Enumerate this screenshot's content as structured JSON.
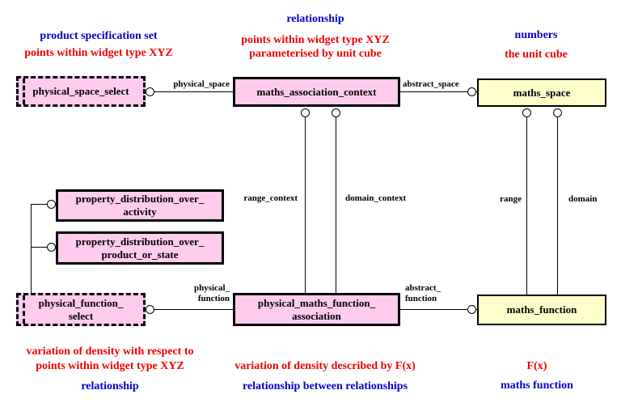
{
  "colors": {
    "box_pink": "#FFCCEE",
    "box_yellow": "#FFFFCC",
    "annotation_blue": "#0000CC",
    "annotation_red": "#EE0000",
    "line_black": "#000000"
  },
  "annotations": {
    "top_left_blue": "product specification set",
    "top_left_red": "points within widget type XYZ",
    "top_middle_blue": "relationship",
    "top_middle_red1": "points within widget type XYZ",
    "top_middle_red2": "parameterised by unit cube",
    "top_right_blue": "numbers",
    "top_right_red": "the unit cube",
    "bottom_left_red1": "variation of density with respect to",
    "bottom_left_red2": "points within widget type XYZ",
    "bottom_left_blue": "relationship",
    "bottom_middle_red": "variation of density described by F(x)",
    "bottom_middle_blue": "relationship between relationships",
    "bottom_right_red": "F(x)",
    "bottom_right_blue": "maths function"
  },
  "entities": {
    "physical_space_select": {
      "line1": "physical_space_select"
    },
    "maths_association_context": {
      "line1": "maths_association_context"
    },
    "maths_space": {
      "line1": "maths_space"
    },
    "property_distribution_over_activity": {
      "line1": "property_distribution_over_",
      "line2": "activity"
    },
    "property_distribution_over_product_or_state": {
      "line1": "property_distribution_over_",
      "line2": "product_or_state"
    },
    "physical_function_select": {
      "line1": "physical_function_",
      "line2": "select"
    },
    "physical_maths_function_association": {
      "line1": "physical_maths_function_",
      "line2": "association"
    },
    "maths_function": {
      "line1": "maths_function"
    }
  },
  "edge_labels": {
    "physical_space": "physical_space",
    "abstract_space": "abstract_space",
    "range_context": "range_context",
    "domain_context": "domain_context",
    "range": "range",
    "domain": "domain",
    "physical_function_line1": "physical_",
    "physical_function_line2": "function",
    "abstract_function_line1": "abstract_",
    "abstract_function_line2": "function"
  }
}
